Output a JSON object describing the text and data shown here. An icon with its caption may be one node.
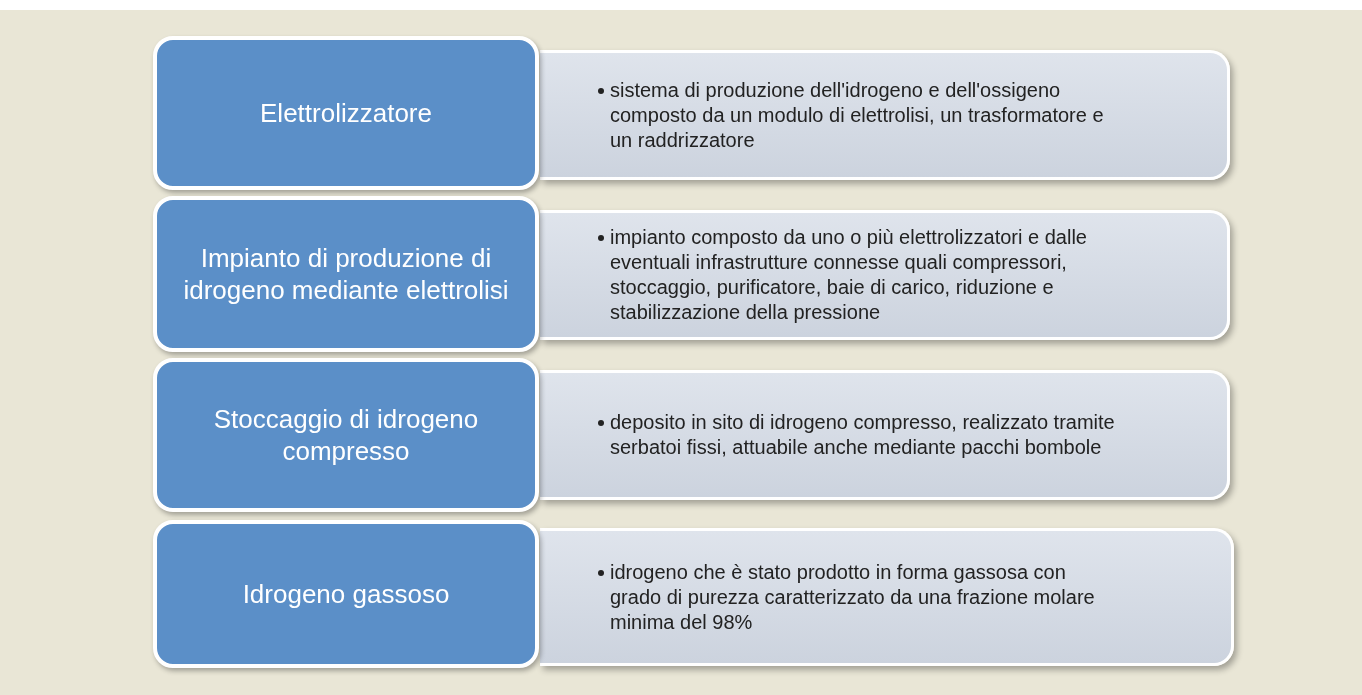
{
  "diagram": {
    "nodes": [
      {
        "text": [
          "Elettrolizzatore"
        ]
      },
      {
        "text": [
          "sistema di produzione dell'idrogeno e dell'ossigeno composto da un modulo di elettrolisi, un trasformatore e un raddrizzatore"
        ]
      },
      {
        "text": [
          "Impianto di produzione di idrogeno mediante elettrolisi"
        ]
      },
      {
        "text": [
          "impianto composto da uno o più elettrolizzatori e dalle eventuali infrastrutture connesse quali compressori, stoccaggio, purificatore, baie di carico, riduzione e stabilizzazione della pressione"
        ]
      },
      {
        "text": [
          "Stoccaggio di idrogeno compresso"
        ]
      },
      {
        "text": [
          "deposito in sito di idrogeno compresso, realizzato tramite serbatoi fissi, attuabile anche mediante pacchi bombole"
        ]
      },
      {
        "text": [
          "Idrogeno gassoso"
        ]
      },
      {
        "text": [
          "idrogeno che è stato prodotto in forma gassosa con grado di purezza caratterizzato da una frazione molare minima del 98%"
        ]
      }
    ]
  }
}
